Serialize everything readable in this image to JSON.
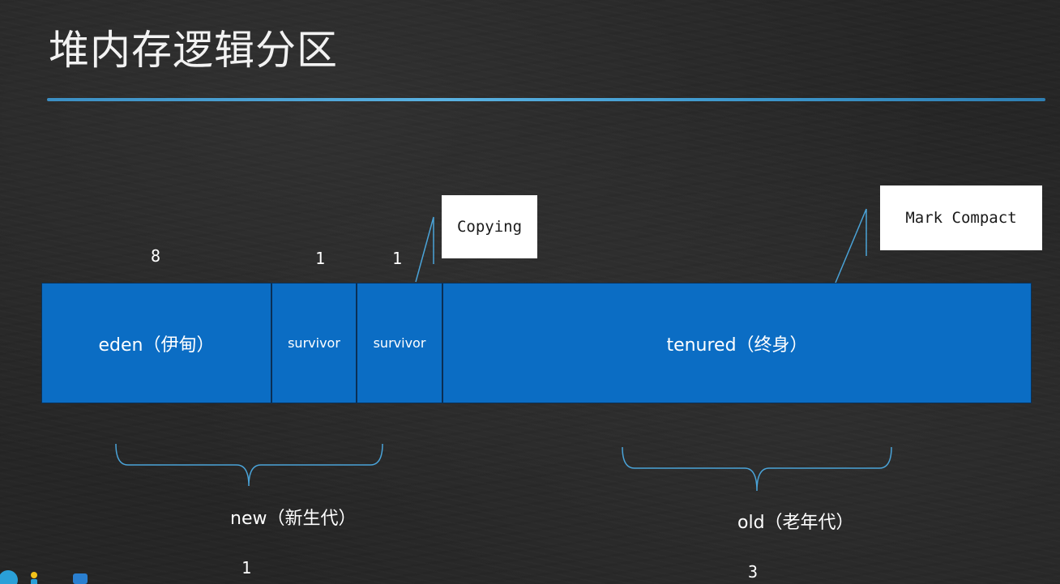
{
  "title": "堆内存逻辑分区",
  "segments": {
    "eden": "eden（伊甸）",
    "survivor1": "survivor",
    "survivor2": "survivor",
    "tenured": "tenured（终身）"
  },
  "ratios": {
    "eden": "8",
    "survivor1": "1",
    "survivor2": "1"
  },
  "callouts": {
    "copying": "Copying",
    "mark_compact": "Mark Compact"
  },
  "generations": {
    "new_label": "new（新生代）",
    "new_ratio": "1",
    "old_label": "old（老年代）",
    "old_ratio": "3"
  },
  "colors": {
    "segment_fill": "#0b6dc4",
    "accent_line": "#4aa3d8"
  }
}
